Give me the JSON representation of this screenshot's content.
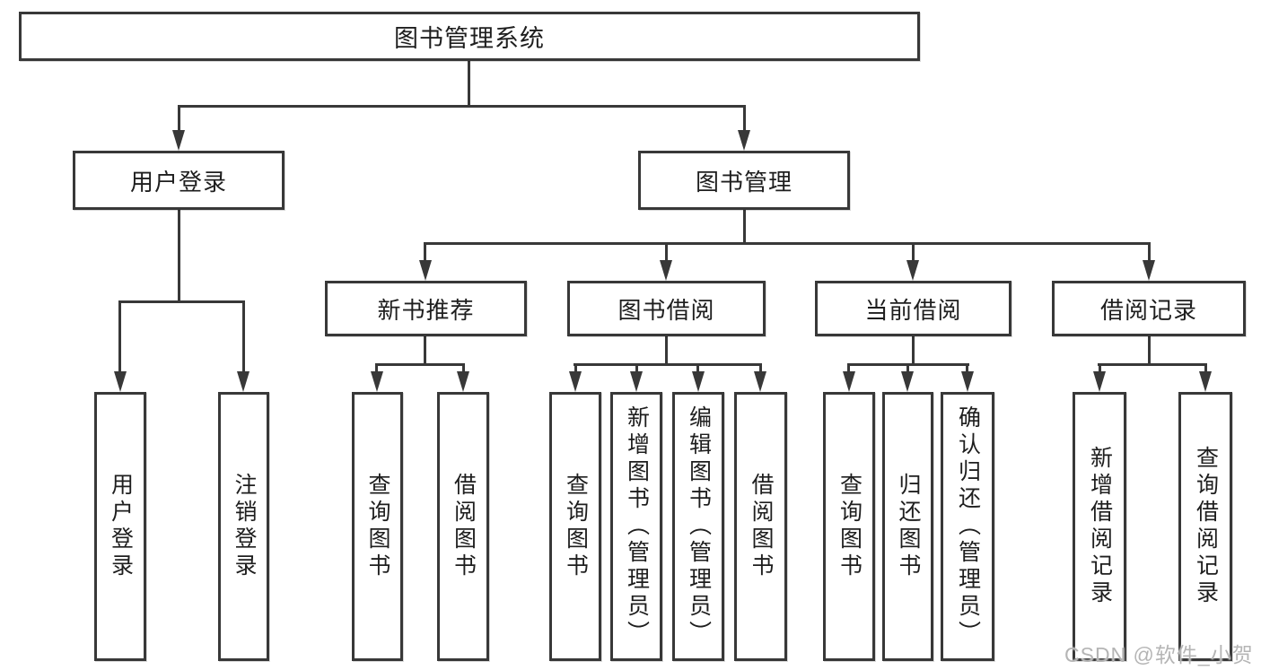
{
  "diagram": {
    "type": "hierarchy-tree",
    "colors": {
      "line": "#383838",
      "text": "#1e1e1e",
      "box_bg": "#ffffff",
      "page_bg": "#ffffff",
      "watermark": "#b5b5b5"
    },
    "tree": {
      "root": {
        "label": "图书管理系统"
      },
      "user_login": {
        "label": "用户登录",
        "children": [
          {
            "label": "用户登录"
          },
          {
            "label": "注销登录"
          }
        ]
      },
      "book_mgmt": {
        "label": "图书管理",
        "sections": [
          {
            "label": "新书推荐",
            "children": [
              {
                "label": "查询图书"
              },
              {
                "label": "借阅图书"
              }
            ]
          },
          {
            "label": "图书借阅",
            "children": [
              {
                "label": "查询图书"
              },
              {
                "label": "新增图书（管理员）"
              },
              {
                "label": "编辑图书（管理员）"
              },
              {
                "label": "借阅图书"
              }
            ]
          },
          {
            "label": "当前借阅",
            "children": [
              {
                "label": "查询图书"
              },
              {
                "label": "归还图书"
              },
              {
                "label": "确认归还（管理员）"
              }
            ]
          },
          {
            "label": "借阅记录",
            "children": [
              {
                "label": "新增借阅记录"
              },
              {
                "label": "查询借阅记录"
              }
            ]
          }
        ]
      }
    },
    "watermark": {
      "text": "CSDN @软件_小贺同学"
    }
  }
}
